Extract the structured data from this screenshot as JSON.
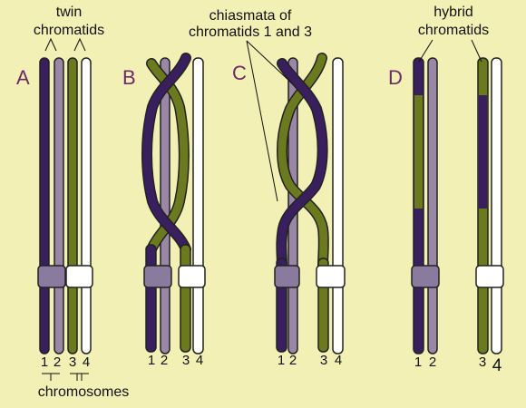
{
  "labels": {
    "twin_line1": "twin",
    "twin_line2": "chromatids",
    "chiasmata_line1": "chiasmata of",
    "chiasmata_line2": "chromatids 1 and 3",
    "hybrid_line1": "hybrid",
    "hybrid_line2": "chromatids",
    "chromosomes": "chromosomes"
  },
  "panels": [
    "A",
    "B",
    "C",
    "D"
  ],
  "chromatid_numbers": [
    "1",
    "2",
    "3",
    "4"
  ],
  "colors": {
    "background": "#f2f0b4",
    "chromatid_1": "#3a1f5e",
    "chromatid_2": "#9a87a6",
    "chromatid_3": "#6b7a1e",
    "chromatid_4": "#ffffff",
    "outline": "#222222",
    "panel_letter": "#6a2a6a"
  }
}
